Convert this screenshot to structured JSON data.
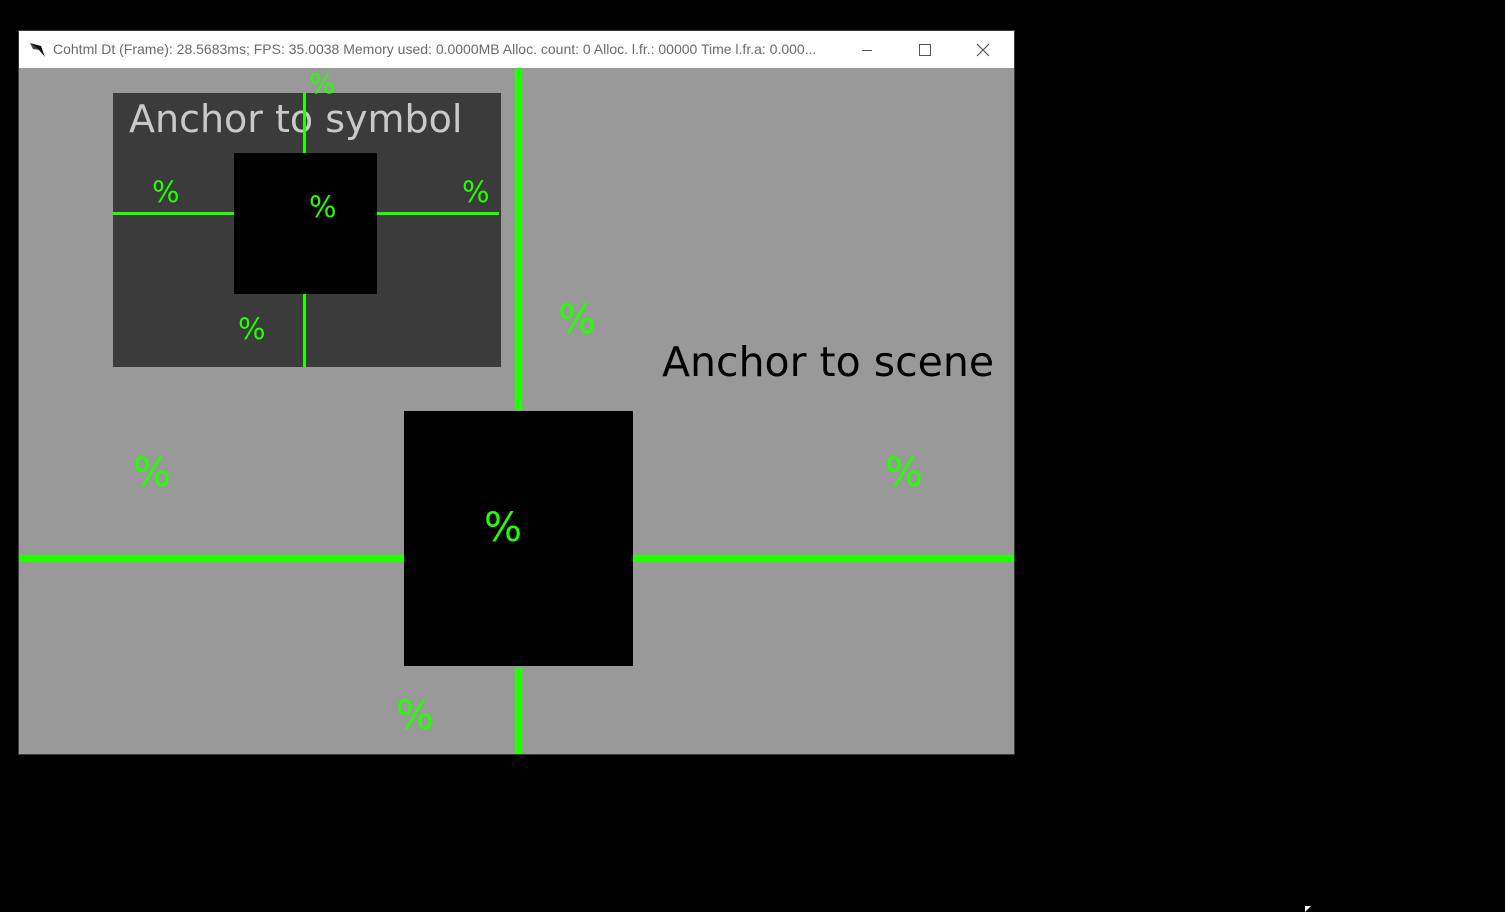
{
  "window": {
    "title": "Cohtml Dt (Frame): 28.5683ms; FPS: 35.0038 Memory used: 0.0000MB Alloc. count: 0 Alloc. l.fr.: 00000 Time l.fr.a: 0.000...",
    "icon": "app-arrow-icon",
    "controls": {
      "minimize_icon": "minimize-icon",
      "maximize_icon": "maximize-icon",
      "close_icon": "close-icon"
    }
  },
  "symbol": {
    "title": "Anchor to symbol",
    "labels": {
      "top": "%",
      "left": "%",
      "right": "%",
      "center": "%",
      "bottom": "%"
    }
  },
  "scene": {
    "title": "Anchor to scene",
    "labels": {
      "top": "%",
      "left": "%",
      "right": "%",
      "center": "%",
      "bottom": "%"
    }
  },
  "colors": {
    "guide": "#22ff00",
    "scene_background": "#999999",
    "symbol_panel": "#3b3b3b",
    "box": "#000000",
    "desktop": "#000000"
  }
}
